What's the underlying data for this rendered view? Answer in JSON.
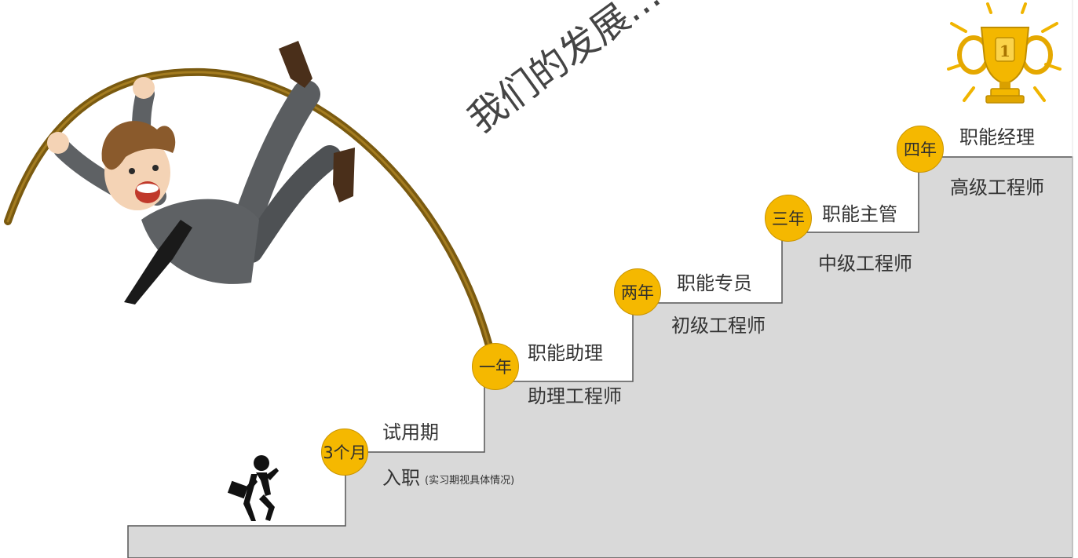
{
  "headline": "我们的发展……",
  "steps": [
    {
      "badge": "3个月",
      "title": "试用期",
      "subtitle": "入职",
      "note": "(实习期视具体情况)"
    },
    {
      "badge": "一年",
      "title": "职能助理",
      "subtitle": "助理工程师"
    },
    {
      "badge": "两年",
      "title": "职能专员",
      "subtitle": "初级工程师"
    },
    {
      "badge": "三年",
      "title": "职能主管",
      "subtitle": "中级工程师"
    },
    {
      "badge": "四年",
      "title": "职能经理",
      "subtitle": "高级工程师"
    }
  ],
  "trophy_number": "1",
  "colors": {
    "stairs": "#d9d9d9",
    "badge": "#f5b800",
    "pole": "#7a5a10",
    "line": "#555555"
  },
  "icons": [
    "businessman-pole-vault-illustration",
    "walking-man-briefcase-icon",
    "gold-trophy-icon"
  ]
}
